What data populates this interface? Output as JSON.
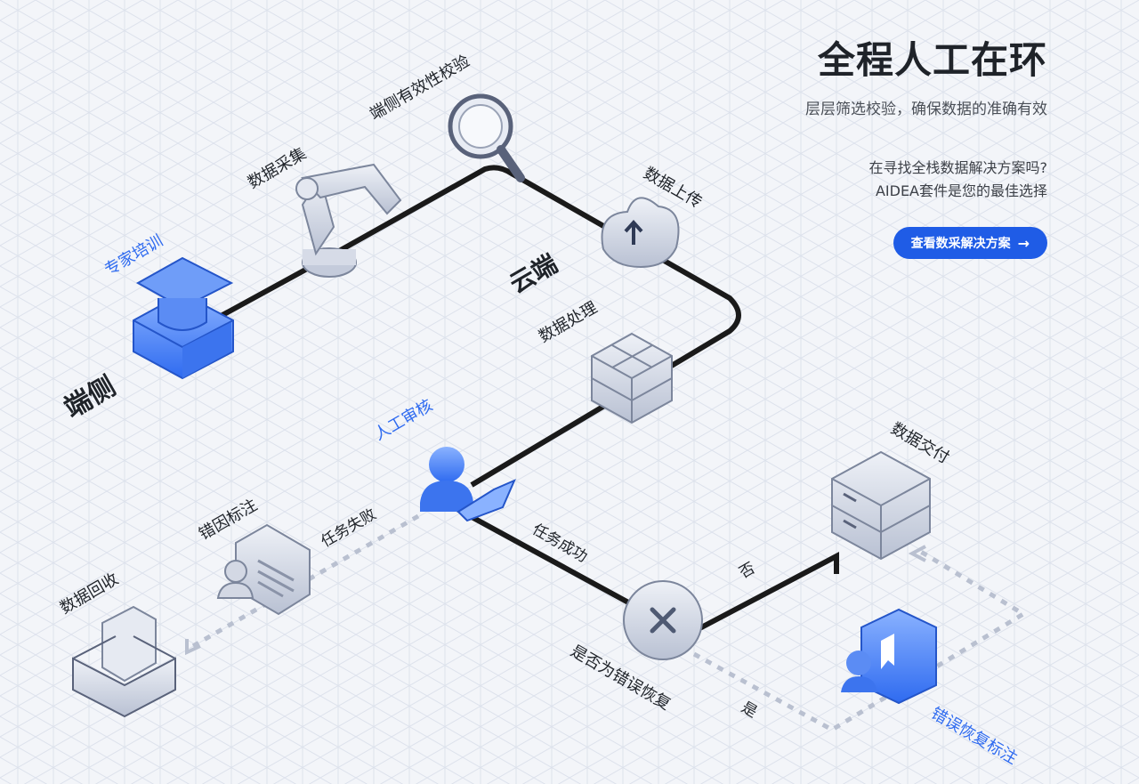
{
  "header": {
    "title": "全程人工在环",
    "subtitle": "层层筛选校验，确保数据的准确有效",
    "question_line1": "在寻找全栈数据解决方案吗?",
    "question_line2": "AIDEA套件是您的最佳选择",
    "cta_label": "查看数采解决方案",
    "cta_icon": "arrow-right-icon"
  },
  "diagram": {
    "zones": {
      "edge": "端侧",
      "cloud": "云端"
    },
    "nodes": {
      "expert_training": "专家培训",
      "data_collection": "数据采集",
      "edge_validation": "端侧有效性校验",
      "data_upload": "数据上传",
      "data_processing": "数据处理",
      "human_review": "人工审核",
      "error_annotation": "错因标注",
      "data_recycling": "数据回收",
      "is_error_recovery": "是否为错误恢复",
      "data_delivery": "数据交付",
      "error_recovery_annotation": "错误恢复标注"
    },
    "edges": {
      "task_failed": "任务失败",
      "task_success": "任务成功",
      "no": "否",
      "yes": "是"
    }
  },
  "colors": {
    "accent": "#1f5ce6",
    "line": "#1a1a1a",
    "node_gray": "#c9cfdc",
    "node_blue": "#4f86f2"
  }
}
